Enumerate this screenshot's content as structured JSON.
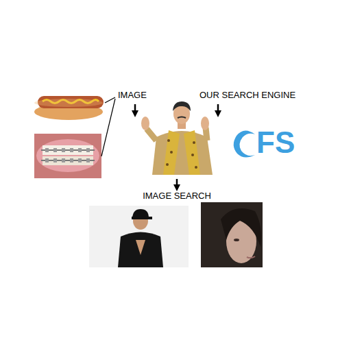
{
  "diagram": {
    "labels": [
      "IMAGE",
      "OUR SEARCH ENGINE",
      "FS",
      "IMAGE SEARCH"
    ]
  }
}
